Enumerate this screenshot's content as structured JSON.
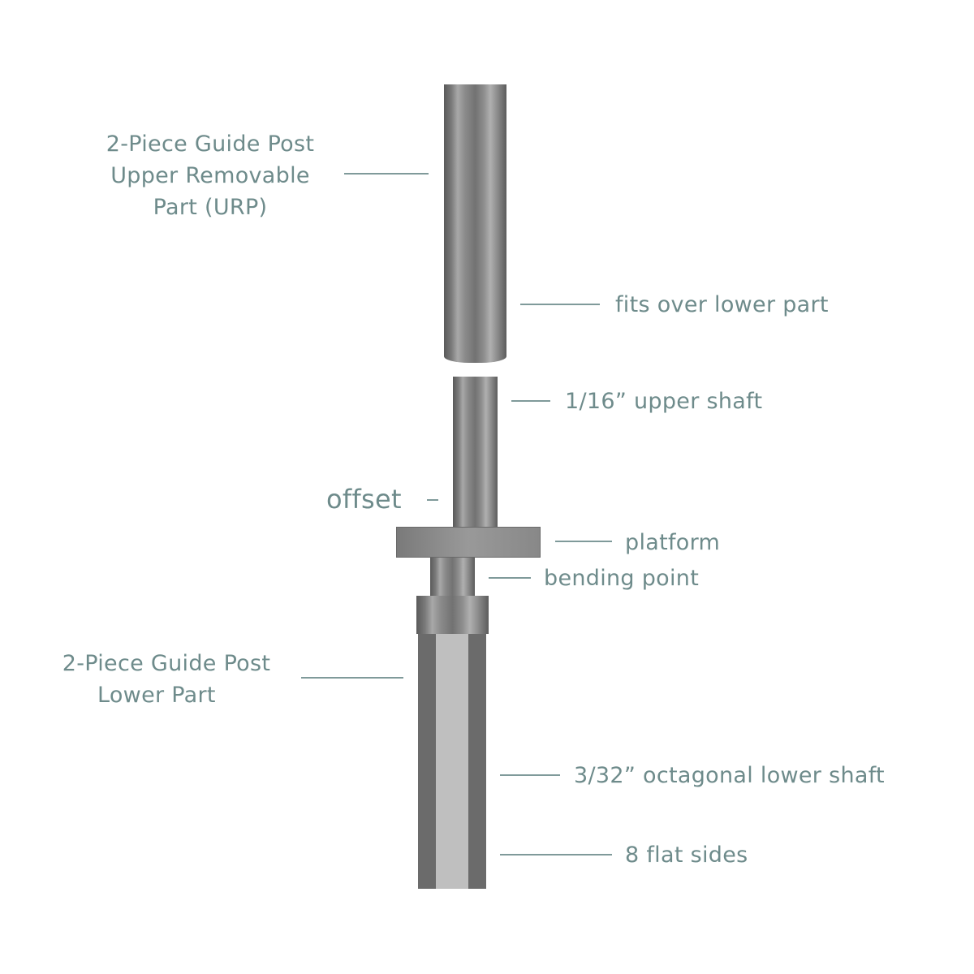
{
  "diagram": {
    "title": "2-Piece Guide Post",
    "text_color": "#6e8b8b",
    "labels": {
      "urp_line1": "2-Piece Guide Post",
      "urp_line2": "Upper Removable",
      "urp_line3": "Part (URP)",
      "fits_over": "fits over lower part",
      "upper_shaft": "1/16” upper shaft",
      "offset": "offset",
      "platform": "platform",
      "bending_point": "bending point",
      "lower_line1": "2-Piece Guide Post",
      "lower_line2": "Lower Part",
      "octagonal": "3/32” octagonal lower shaft",
      "flat_sides": "8 flat sides"
    }
  }
}
